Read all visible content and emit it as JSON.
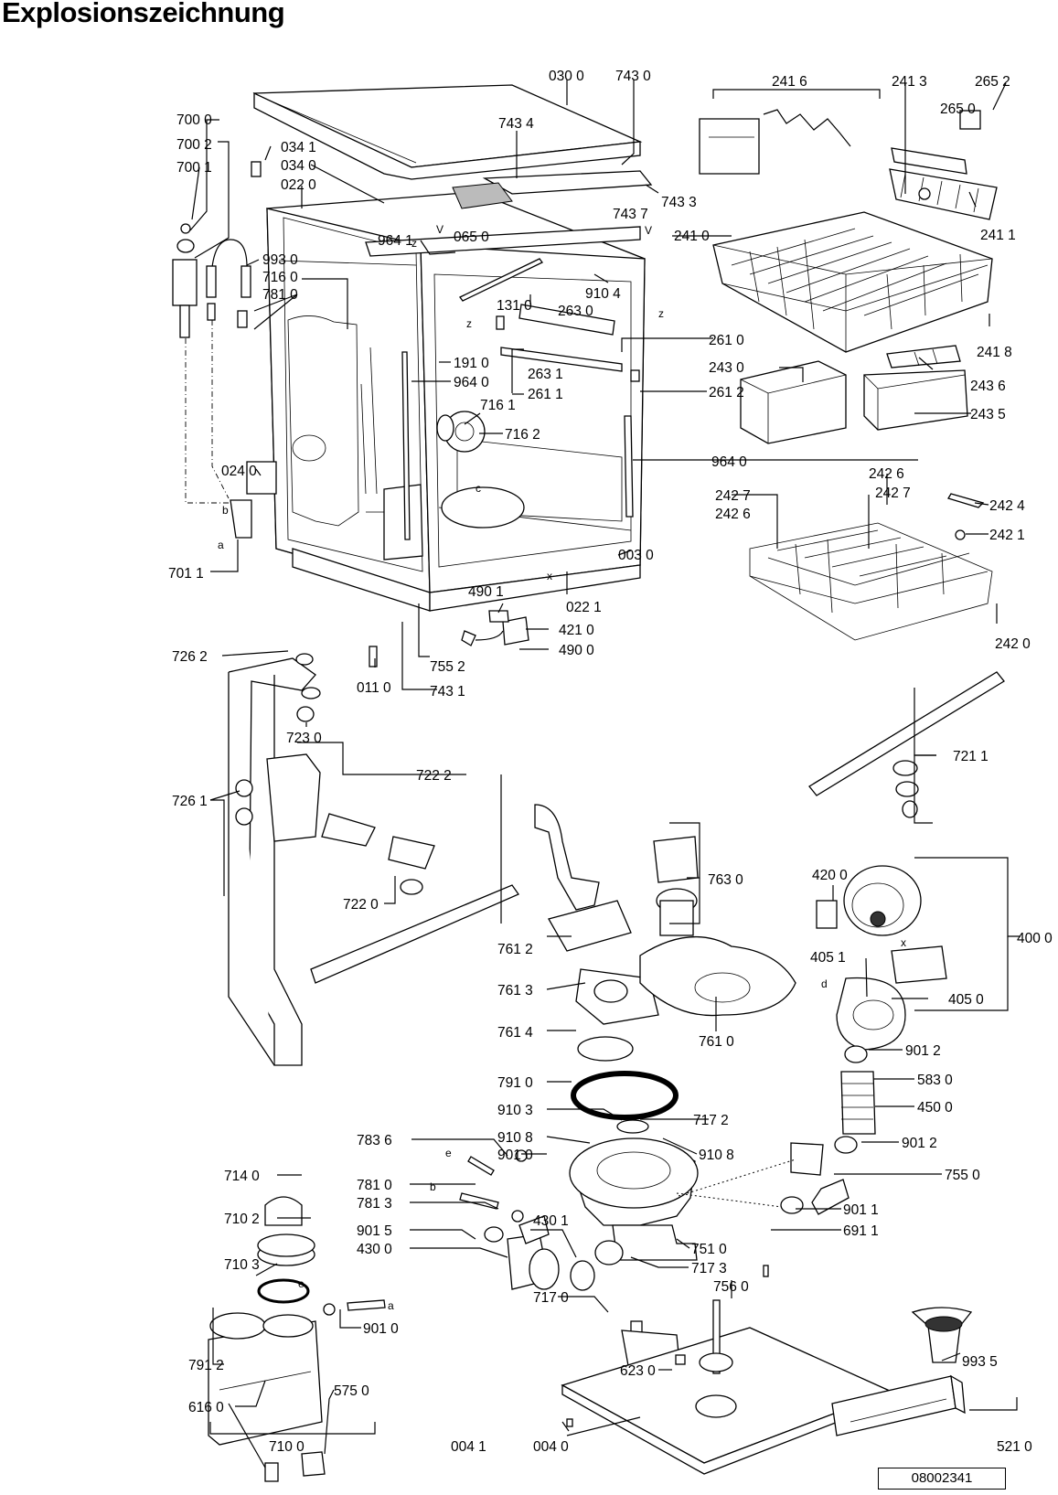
{
  "title": "Explosionszeichnung",
  "document_number": "08002341",
  "labels": {
    "l0300": "030 0",
    "l7430": "743 0",
    "l2416": "241 6",
    "l2413": "241 3",
    "l2652": "265 2",
    "l2650": "265 0",
    "l7000": "700 0",
    "l7434": "743 4",
    "l7002": "700 2",
    "l0341": "034 1",
    "l0340": "034 0",
    "l7001": "700 1",
    "l0220": "022 0",
    "l7437": "743 7",
    "l7433": "743 3",
    "l2410": "241 0",
    "l2411": "241 1",
    "l9641": "964 1",
    "l0650": "065 0",
    "l9930": "993 0",
    "l7160": "716 0",
    "l7810": "781 0",
    "l9104": "910 4",
    "l1310": "131 0",
    "l2630": "263 0",
    "l2418": "241 8",
    "l2610": "261 0",
    "l1910": "191 0",
    "l9640": "964 0",
    "l2631": "263 1",
    "l2430": "243 0",
    "l2611": "261 1",
    "l2436": "243 6",
    "l2612": "261 2",
    "l7161": "716 1",
    "l2435": "243 5",
    "l7162": "716 2",
    "l9640b": "964 0",
    "l0240": "024 0",
    "l2426": "242 6",
    "l2427": "242 7",
    "l2427b": "242 7",
    "l2426b": "242 6",
    "l2424": "242 4",
    "l2421": "242 1",
    "l0030": "003 0",
    "l7011": "701 1",
    "l4901": "490 1",
    "l0221": "022 1",
    "l4210": "421 0",
    "l4900": "490 0",
    "l2420": "242 0",
    "l7262": "726 2",
    "l7552": "755 2",
    "l0110": "011 0",
    "l7431": "743 1",
    "l7230": "723 0",
    "l7222": "722 2",
    "l7211": "721 1",
    "l7261": "726 1",
    "l7630": "763 0",
    "l4200": "420 0",
    "l7220": "722 0",
    "l4000": "400 0",
    "l7612": "761 2",
    "l4051": "405 1",
    "l7613": "761 3",
    "l4050": "405 0",
    "l7614": "761 4",
    "l7610": "761 0",
    "l9012": "901 2",
    "l7910": "791 0",
    "l5830": "583 0",
    "l4500": "450 0",
    "l9103": "910 3",
    "l7172": "717 2",
    "l9012b": "901 2",
    "l7836": "783 6",
    "l9108": "910 8",
    "l9108b": "910 8",
    "l9010": "901 0",
    "l7550": "755 0",
    "l7140": "714 0",
    "l7810b": "781 0",
    "l7813": "781 3",
    "l9011": "901 1",
    "l7102": "710 2",
    "l9015": "901 5",
    "l4301": "430 1",
    "l7510": "751 0",
    "l6911": "691 1",
    "l4300": "430 0",
    "l7103": "710 3",
    "l7173": "717 3",
    "l7560": "756 0",
    "l7170": "717 0",
    "l9010b": "901 0",
    "l9935": "993 5",
    "l7912": "791 2",
    "l6230": "623 0",
    "l6160": "616 0",
    "l5750": "575 0",
    "l7100": "710 0",
    "l0041": "004 1",
    "l0040": "004 0",
    "l5210": "521 0"
  },
  "markers": {
    "m_z1": "z",
    "m_v1": "V",
    "m_z2": "z",
    "m_z3": "z",
    "m_b": "b",
    "m_a": "a",
    "m_c": "c",
    "m_x": "x",
    "m_v2": "V",
    "m_d": "d",
    "m_x2": "x",
    "m_e": "e",
    "m_b2": "b",
    "m_e2": "e",
    "m_a2": "a"
  }
}
